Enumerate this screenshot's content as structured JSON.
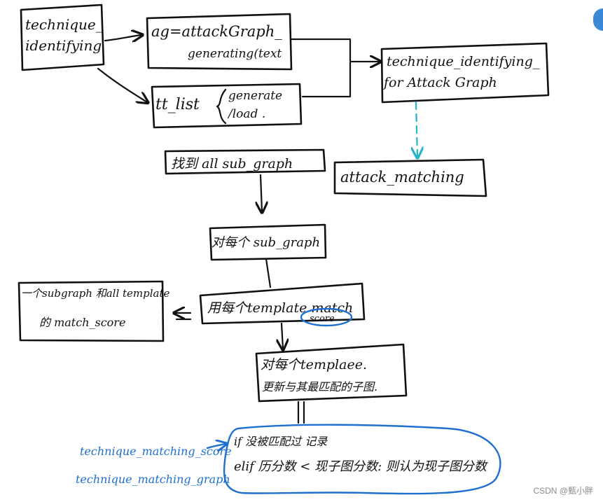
{
  "nodes": {
    "technique_identifying": [
      "technique_",
      "identifying"
    ],
    "ag": [
      "ag=attackGraph_",
      "generating(text"
    ],
    "tt_list": "tt_list",
    "generate_load": [
      "generate",
      "/load ."
    ],
    "ti_for_attack_graph": [
      "technique_identifying_",
      "for Attack Graph"
    ],
    "find_subgraph": "找到 all  sub_graph",
    "attack_matching": "attack_matching",
    "each_subgraph": "对每个 sub_graph",
    "subgraph_template_score": [
      "一个subgraph 和all template",
      "的 match_score"
    ],
    "each_template_match": "用每个template match",
    "score": "score",
    "each_template_update": [
      "对每个templaee.",
      "更新与其最匹配的子图."
    ],
    "final_box": [
      "if 没被匹配过  记录",
      "elif 历分数 < 现子图分数: 则认为现子图分数"
    ]
  },
  "annotations": {
    "technique_matching_score": "technique_matching_score",
    "technique_matching_graph": "technique_matching_graph"
  },
  "watermark": "CSDN @甄小胖",
  "colors": {
    "ink": "#111111",
    "annotation_blue": "#1e6fd0",
    "dashed_cyan": "#25b4c8"
  }
}
